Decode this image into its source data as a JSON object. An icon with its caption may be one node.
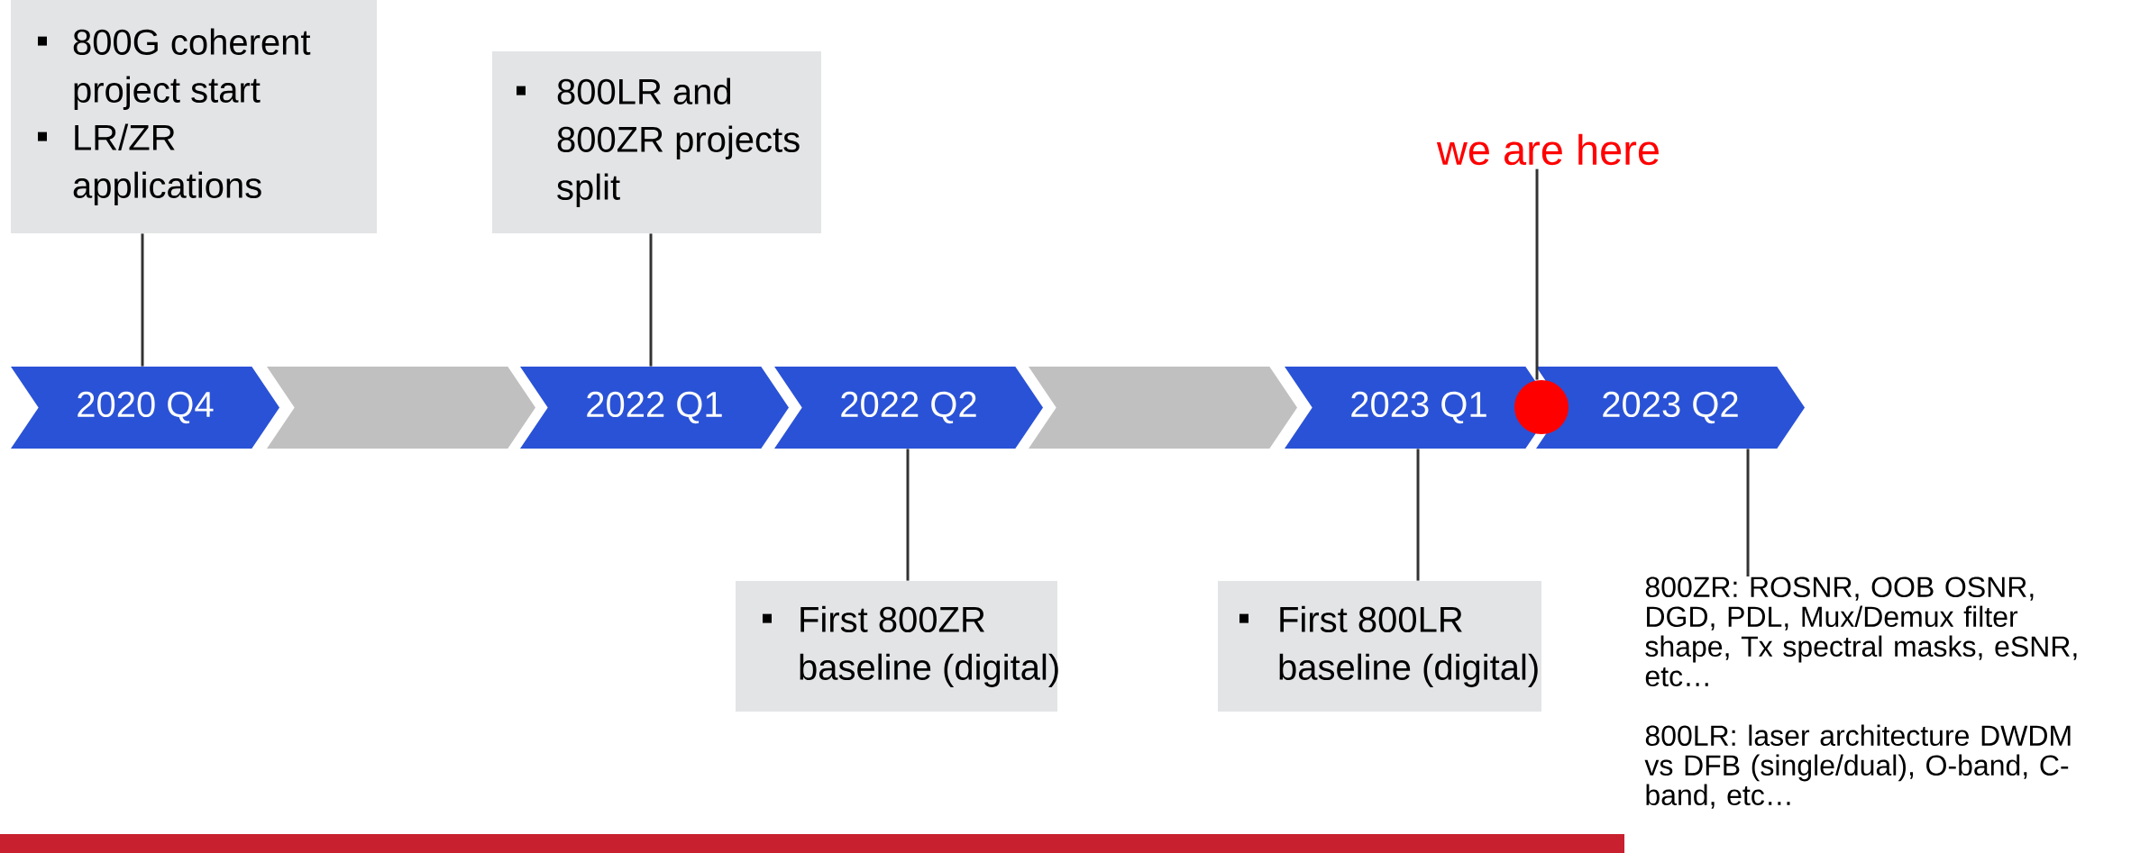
{
  "diagram": {
    "nodes": [
      {
        "text": [
          "800G coherent project start",
          "LR/ZR applications"
        ]
      },
      {
        "text": [
          "800LR and 800ZR projects split"
        ]
      },
      {
        "text": [
          "we are here"
        ]
      },
      {
        "text": [
          "2020 Q4"
        ]
      },
      {
        "text": [],
        "shape": "chevron"
      },
      {
        "text": [
          "2022 Q1"
        ]
      },
      {
        "text": [
          "2022 Q2"
        ]
      },
      {
        "text": [],
        "shape": "chevron"
      },
      {
        "text": [
          "2023 Q1"
        ]
      },
      {
        "text": [
          "2023 Q2"
        ]
      },
      {
        "text": [],
        "shape": "circle"
      },
      {
        "text": [
          "First 800ZR baseline (digital)"
        ]
      },
      {
        "text": [
          "First 800LR baseline (digital)"
        ]
      },
      {
        "text": [
          "800ZR: ROSNR, OOB OSNR, DGD, PDL, Mux/Demux filter shape, Tx spectral masks, eSNR, etc…",
          "800LR: laser architecture DWDM vs DFB (single/dual), O-band, C-band, etc…"
        ]
      }
    ],
    "edges": [
      {
        "from": 0,
        "to": 3,
        "arrow": "none"
      },
      {
        "from": 1,
        "to": 5,
        "arrow": "none"
      },
      {
        "from": 2,
        "to": 10,
        "arrow": "none"
      },
      {
        "from": 6,
        "to": 11,
        "arrow": "none"
      },
      {
        "from": 8,
        "to": 12,
        "arrow": "none"
      },
      {
        "from": 9,
        "to": 13,
        "arrow": "none"
      }
    ]
  }
}
